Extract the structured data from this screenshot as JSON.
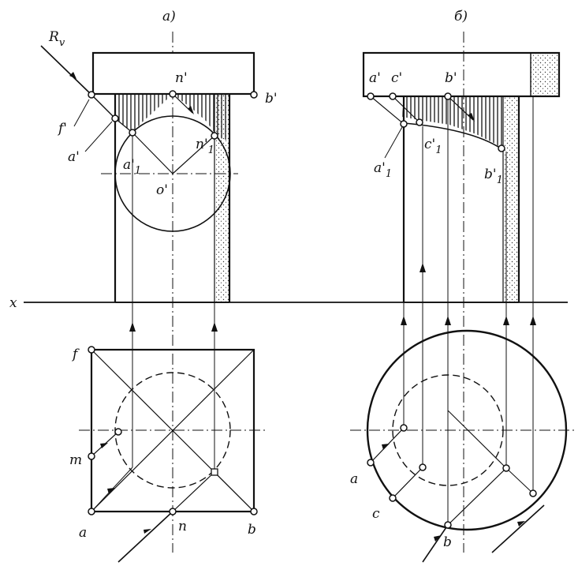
{
  "panels": {
    "left": {
      "caption": "а)",
      "labels": {
        "r_v": "R",
        "r_v_sub": "v",
        "n_prime": "n'",
        "b_prime": "b'",
        "f_prime": "f'",
        "a_prime": "a'",
        "a1_prime": "a'",
        "a1_sub": "1",
        "n1_prime": "n'",
        "n1_sub": "1",
        "o_prime": "o'",
        "f": "f",
        "m": "m",
        "a": "a",
        "n": "n",
        "b": "b"
      }
    },
    "right": {
      "caption": "б)",
      "labels": {
        "a_prime": "a'",
        "c_prime": "c'",
        "b_prime": "b'",
        "a1_prime": "a'",
        "a1_sub": "1",
        "c1_prime": "c'",
        "c1_sub": "1",
        "b1_prime": "b'",
        "b1_sub": "1",
        "a": "a",
        "c": "c",
        "b": "b"
      }
    }
  },
  "axis_label": "x"
}
